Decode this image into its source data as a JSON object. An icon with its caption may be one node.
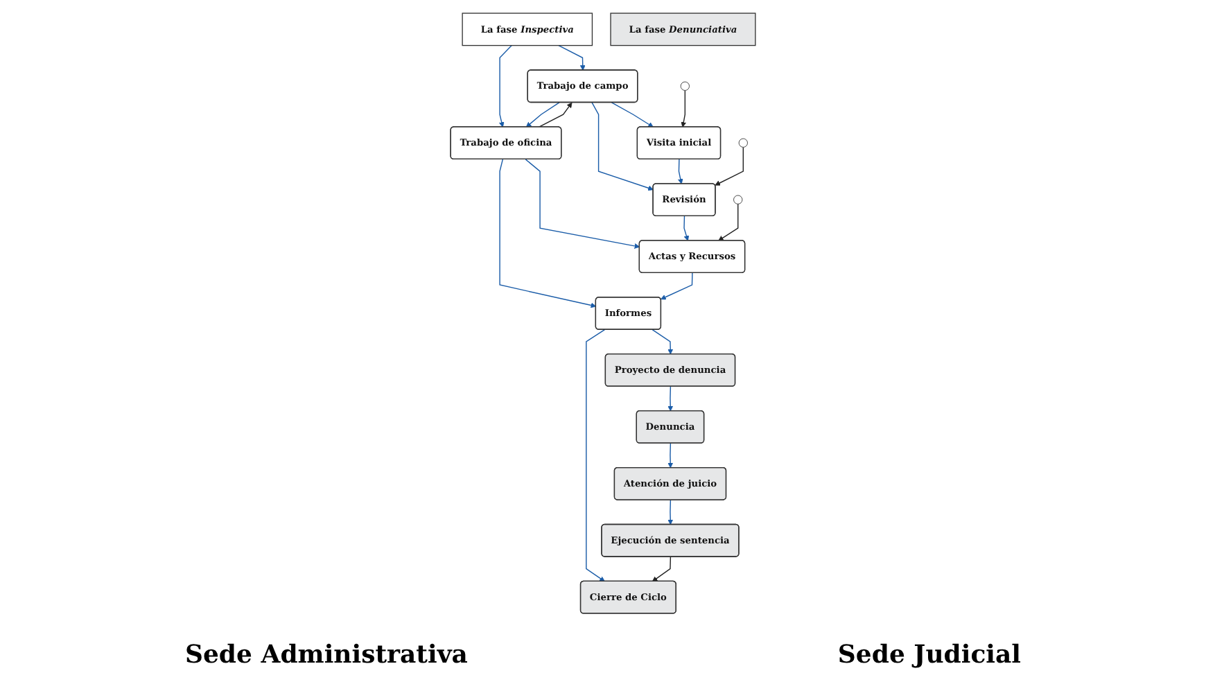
{
  "diagram": {
    "nodes": [
      {
        "text": [
          "La fase *Inspectiva*"
        ]
      },
      {
        "text": [
          "La fase *Denunciativa*"
        ]
      },
      {
        "text": [
          "Trabajo de campo"
        ]
      },
      {
        "text": [
          "Trabajo de oficina"
        ]
      },
      {
        "text": [
          "Visita inicial"
        ]
      },
      {
        "text": [
          "Revisión"
        ]
      },
      {
        "text": [
          "Actas y Recursos"
        ]
      },
      {
        "text": [
          "Informes"
        ]
      },
      {
        "text": [
          "Proyecto de denuncia"
        ]
      },
      {
        "text": [
          "Denuncia"
        ]
      },
      {
        "text": [
          "Atención de juicio"
        ]
      },
      {
        "text": [
          "Ejecución de sentencia"
        ]
      },
      {
        "text": [
          "Cierre de Ciclo"
        ]
      }
    ],
    "edges": [
      {
        "from": 0,
        "to": 2,
        "arrow": "to"
      },
      {
        "from": 0,
        "to": 3,
        "arrow": "to"
      },
      {
        "from": 2,
        "to": 3,
        "arrow": "to"
      },
      {
        "from": 3,
        "to": 2,
        "arrow": "to",
        "color": "#222222"
      },
      {
        "from": 2,
        "to": 4,
        "arrow": "to"
      },
      {
        "from": 2,
        "to": 5,
        "arrow": "to"
      },
      {
        "from": 3,
        "to": 6,
        "arrow": "to"
      },
      {
        "from": 3,
        "to": 7,
        "arrow": "to"
      },
      {
        "from": 4,
        "to": 5,
        "arrow": "to"
      },
      {
        "from": 5,
        "to": 6,
        "arrow": "to"
      },
      {
        "from": 6,
        "to": 7,
        "arrow": "to"
      },
      {
        "from": null,
        "to": 4,
        "arrow": "to",
        "color": "#222222"
      },
      {
        "from": null,
        "to": 5,
        "arrow": "to",
        "color": "#222222"
      },
      {
        "from": null,
        "to": 6,
        "arrow": "to",
        "color": "#222222"
      },
      {
        "from": 7,
        "to": 8,
        "arrow": "to"
      },
      {
        "from": 7,
        "to": 12,
        "arrow": "to"
      },
      {
        "from": 8,
        "to": 9,
        "arrow": "to"
      },
      {
        "from": 9,
        "to": 10,
        "arrow": "to"
      },
      {
        "from": 10,
        "to": 11,
        "arrow": "to"
      },
      {
        "from": 11,
        "to": 12,
        "arrow": "to",
        "color": "#222222"
      }
    ],
    "labels": [
      "Sede Administrativa",
      "Sede Judicial"
    ]
  }
}
